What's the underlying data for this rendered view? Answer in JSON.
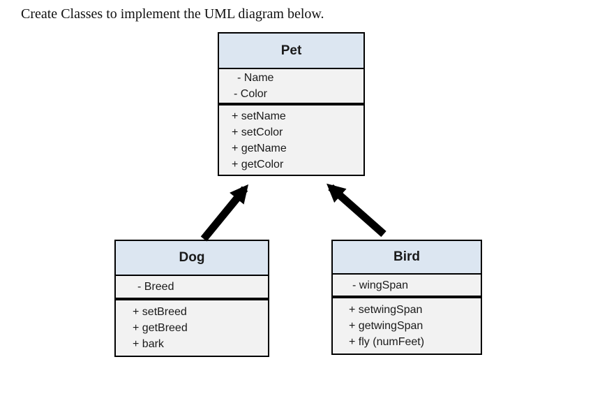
{
  "title": "Create Classes to implement the UML diagram below.",
  "colors": {
    "class_header_fill": "#dce6f1",
    "class_body_fill": "#f2f2f2",
    "border": "#000000",
    "arrow": "#000000"
  },
  "classes": [
    {
      "name": "Pet",
      "attributes": [
        "- Name",
        "- Color"
      ],
      "methods": [
        "+ setName",
        "+ setColor",
        "+ getName",
        "+ getColor"
      ]
    },
    {
      "name": "Dog",
      "attributes": [
        "- Breed"
      ],
      "methods": [
        "+ setBreed",
        "+ getBreed",
        "+ bark"
      ]
    },
    {
      "name": "Bird",
      "attributes": [
        "- wingSpan"
      ],
      "methods": [
        "+ setwingSpan",
        "+ getwingSpan",
        "+ fly (numFeet)"
      ]
    }
  ],
  "relationships": [
    {
      "from": "Dog",
      "to": "Pet",
      "type": "inheritance"
    },
    {
      "from": "Bird",
      "to": "Pet",
      "type": "inheritance"
    }
  ]
}
